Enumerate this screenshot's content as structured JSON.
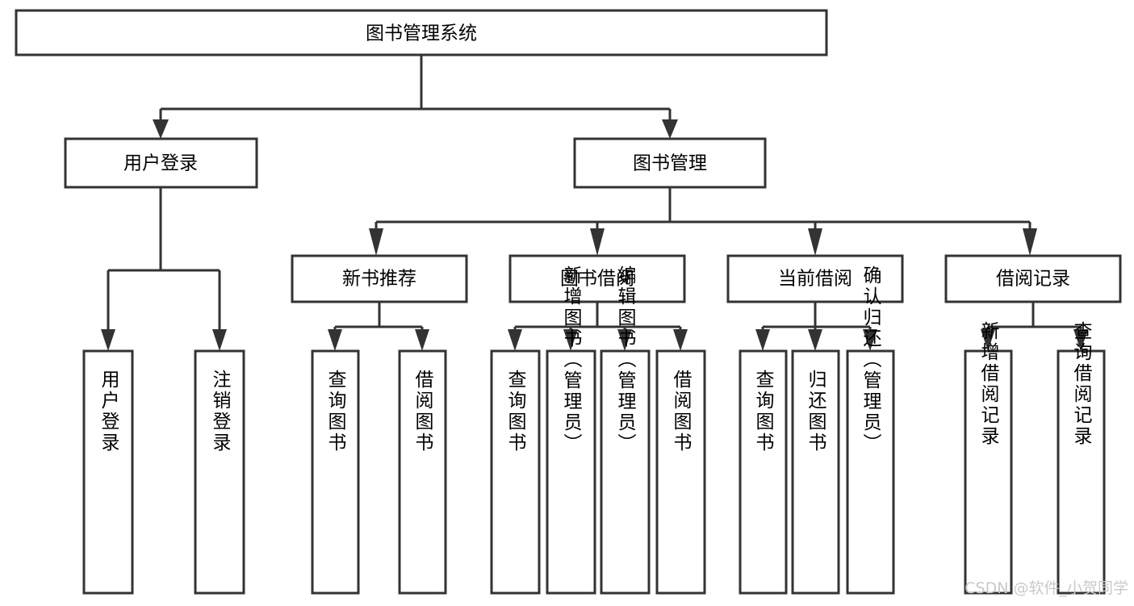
{
  "diagram": {
    "title": "图书管理系统",
    "type": "tree-hierarchy",
    "root": {
      "id": "root",
      "label": "图书管理系统"
    },
    "level2": [
      {
        "id": "user-login",
        "label": "用户登录"
      },
      {
        "id": "book-manage",
        "label": "图书管理"
      }
    ],
    "level3": [
      {
        "id": "new-book-rec",
        "label": "新书推荐",
        "parent": "book-manage"
      },
      {
        "id": "book-borrow",
        "label": "图书借阅",
        "parent": "book-manage"
      },
      {
        "id": "current-borrow",
        "label": "当前借阅",
        "parent": "book-manage"
      },
      {
        "id": "borrow-record",
        "label": "借阅记录",
        "parent": "book-manage"
      }
    ],
    "leaves": [
      {
        "id": "leaf-user-login",
        "label": "用户登录",
        "parent": "user-login"
      },
      {
        "id": "leaf-logout-login",
        "label": "注销登录",
        "parent": "user-login"
      },
      {
        "id": "leaf-query-book-1",
        "label": "查询图书",
        "parent": "new-book-rec"
      },
      {
        "id": "leaf-borrow-book-1",
        "label": "借阅图书",
        "parent": "new-book-rec"
      },
      {
        "id": "leaf-query-book-2",
        "label": "查询图书",
        "parent": "book-borrow"
      },
      {
        "id": "leaf-add-book",
        "label": "新增图书（管理员）",
        "parent": "book-borrow"
      },
      {
        "id": "leaf-edit-book",
        "label": "编辑图书（管理员）",
        "parent": "book-borrow"
      },
      {
        "id": "leaf-borrow-book-2",
        "label": "借阅图书",
        "parent": "book-borrow"
      },
      {
        "id": "leaf-query-book-3",
        "label": "查询图书",
        "parent": "current-borrow"
      },
      {
        "id": "leaf-return-book",
        "label": "归还图书",
        "parent": "current-borrow"
      },
      {
        "id": "leaf-confirm-return",
        "label": "确认归还（管理员）",
        "parent": "current-borrow"
      },
      {
        "id": "leaf-add-record",
        "label": "新增借阅记录",
        "parent": "borrow-record"
      },
      {
        "id": "leaf-query-record",
        "label": "查询借阅记录",
        "parent": "borrow-record"
      }
    ]
  },
  "watermark": {
    "text": "CSDN @软件_小贺同学"
  },
  "colors": {
    "box_stroke": "#333333",
    "box_fill": "#ffffff",
    "text": "#000000",
    "watermark": "#c9c9c9",
    "background": "#ffffff"
  }
}
